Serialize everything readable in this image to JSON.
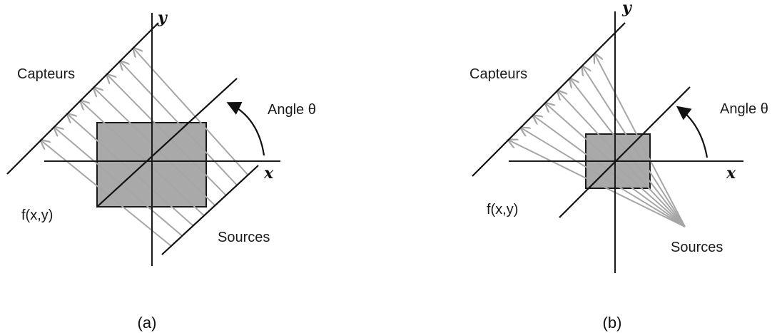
{
  "panels": [
    {
      "detector_label": "Capteurs",
      "angle_label": "Angle θ",
      "function_label": "f(x,y)",
      "source_label": "Sources",
      "x_axis": "x",
      "y_axis": "y",
      "caption": "(a)"
    },
    {
      "detector_label": "Capteurs",
      "angle_label": "Angle θ",
      "function_label": "f(x,y)",
      "source_label": "Sources",
      "x_axis": "x",
      "y_axis": "y",
      "caption": "(b)"
    }
  ],
  "colors": {
    "object_fill": "#a9a9a9",
    "ray": "#a6a6a6",
    "line": "#1a1a1a"
  }
}
